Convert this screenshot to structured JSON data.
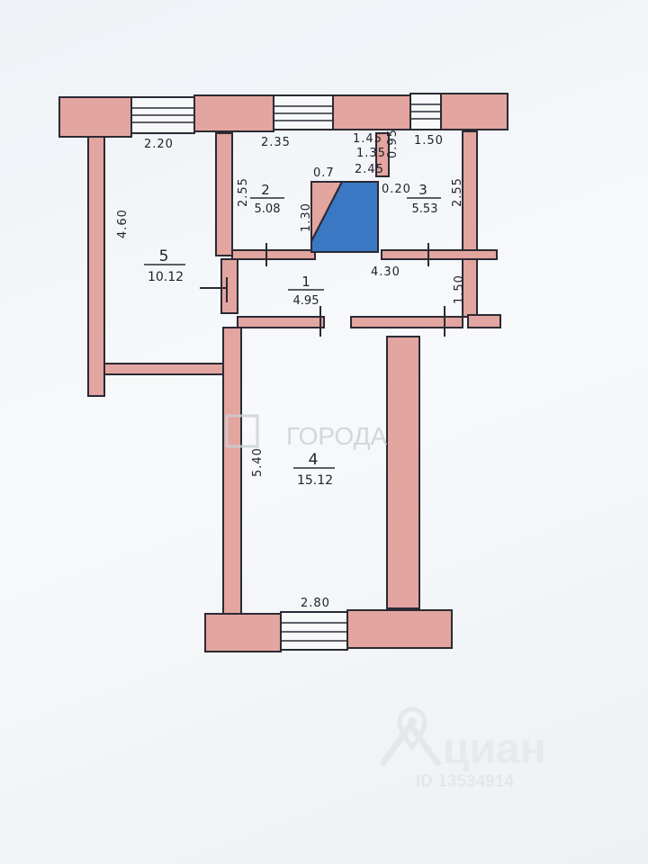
{
  "rooms": [
    {
      "number": "1",
      "area": "4.95"
    },
    {
      "number": "2",
      "area": "5.08"
    },
    {
      "number": "3",
      "area": "5.53"
    },
    {
      "number": "4",
      "area": "15.12"
    },
    {
      "number": "5",
      "area": "10.12"
    }
  ],
  "dimensions": {
    "room5_top": "2.20",
    "room5_side": "4.60",
    "room2_top": "2.35",
    "room2_side": "2.55",
    "room3_top": "1.50",
    "room3_side": "2.55",
    "room4_side": "5.40",
    "room4_bottom": "2.80",
    "corridor_top": "4.30",
    "corridor_side": "1.50",
    "stair_side": "1.30",
    "small_a": "0.7",
    "small_b": "1.45",
    "small_c": "0.95",
    "small_d": "0.20",
    "small_e": "2.45",
    "small_f": "1.35"
  },
  "watermarks": {
    "agency": "ГОРОДА",
    "brand": "циан",
    "listing_id": "ID 13534914"
  },
  "colors": {
    "wall": "#e3a59f",
    "stair": "#3b78c4",
    "line": "#2a2a34"
  }
}
